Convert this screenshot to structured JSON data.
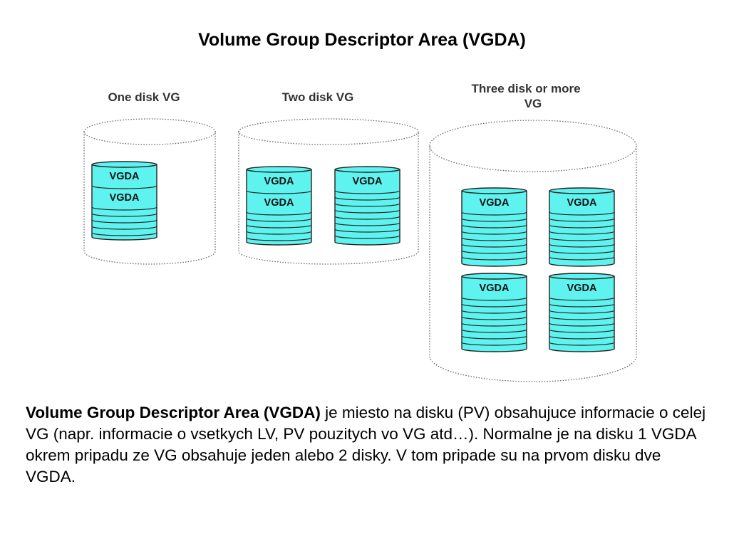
{
  "slide": {
    "title": "Volume Group Descriptor Area (VGDA)"
  },
  "diagram": {
    "vg_groups": [
      {
        "label_lines": [
          "One disk VG"
        ],
        "disks": [
          {
            "vgda_labels": [
              "VGDA",
              "VGDA"
            ]
          }
        ]
      },
      {
        "label_lines": [
          "Two disk VG"
        ],
        "disks": [
          {
            "vgda_labels": [
              "VGDA",
              "VGDA"
            ]
          },
          {
            "vgda_labels": [
              "VGDA"
            ]
          }
        ]
      },
      {
        "label_lines": [
          "Three disk or more",
          "VG"
        ],
        "disks": [
          {
            "vgda_labels": [
              "VGDA"
            ]
          },
          {
            "vgda_labels": [
              "VGDA"
            ]
          },
          {
            "vgda_labels": [
              "VGDA"
            ]
          },
          {
            "vgda_labels": [
              "VGDA"
            ]
          }
        ]
      }
    ],
    "colors": {
      "disk_fill": "#5ff3f0",
      "disk_stroke": "#222222",
      "container_stroke": "#666666"
    }
  },
  "description": {
    "bold_lead": "Volume Group Descriptor Area (VGDA)",
    "text": " je miesto na disku (PV) obsahujuce informacie o celej VG (napr. informacie o vsetkych LV, PV pouzitych vo VG atd…). Normalne je na disku 1 VGDA okrem pripadu ze VG obsahuje jeden alebo 2 disky. V tom pripade su na prvom disku dve VGDA."
  }
}
